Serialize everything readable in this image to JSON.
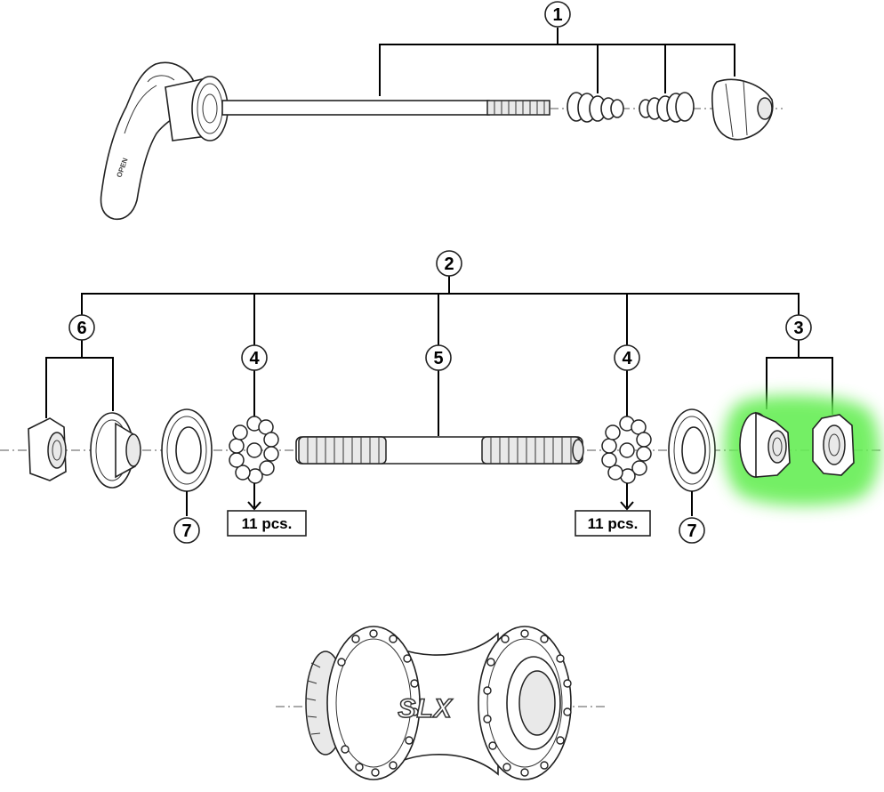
{
  "callouts": {
    "c1": "1",
    "c2": "2",
    "c3": "3",
    "c4a": "4",
    "c4b": "4",
    "c5": "5",
    "c6": "6",
    "c7a": "7",
    "c7b": "7"
  },
  "quantity_labels": {
    "left": "11 pcs.",
    "right": "11 pcs."
  },
  "lever_text": "OPEN",
  "hub_brand": "SLX",
  "highlight_color": "#66ee55"
}
